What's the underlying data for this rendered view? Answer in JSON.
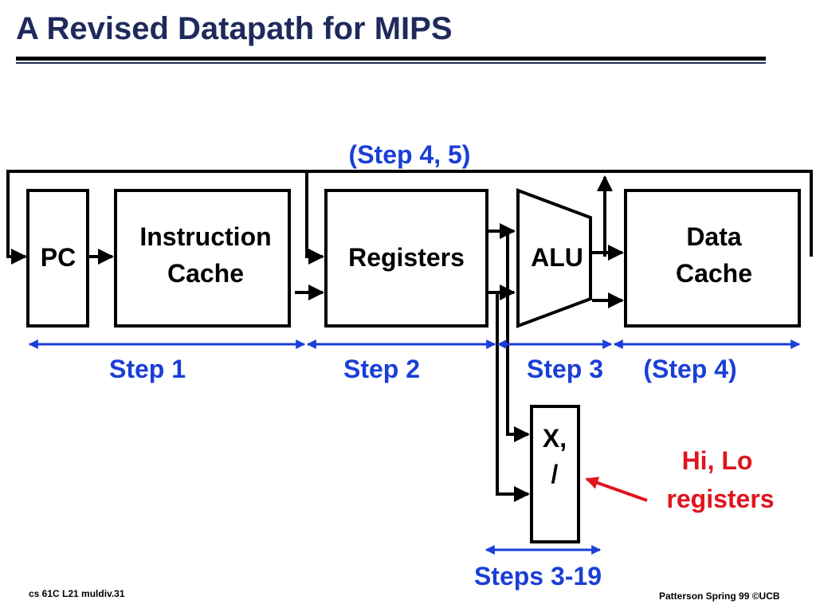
{
  "title": "A Revised Datapath for MIPS",
  "blocks": {
    "pc": "PC",
    "instruction_cache": [
      "Instruction",
      "Cache"
    ],
    "registers": "Registers",
    "alu": "ALU",
    "data_cache": [
      "Data",
      "Cache"
    ],
    "muldiv": [
      "X,",
      "/"
    ]
  },
  "annotations": {
    "feedback": "(Step 4, 5)",
    "step1": "Step 1",
    "step2": "Step 2",
    "step3": "Step 3",
    "step4": "(Step 4)",
    "steps_muldiv": "Steps 3-19",
    "hilo": [
      "Hi, Lo",
      "registers"
    ]
  },
  "colors": {
    "title": "#1f2a5c",
    "step_labels": "#1a3fd6",
    "hilo_callout": "#e0141e",
    "lines": "#000000"
  },
  "footer": {
    "left": "cs 61C  L21  muldiv.31",
    "right": "Patterson Spring 99  ©UCB"
  }
}
